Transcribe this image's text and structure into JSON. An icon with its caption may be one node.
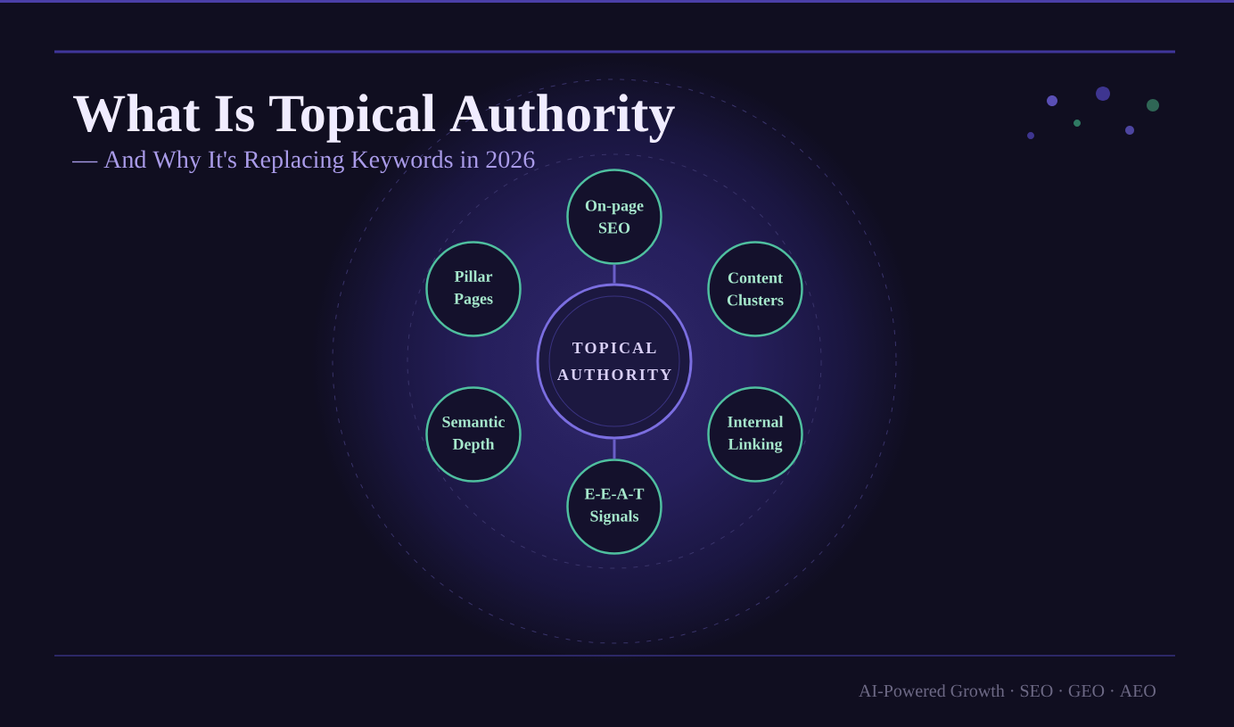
{
  "diagram": {
    "title": "What Is Topical Authority",
    "nodes": [
      {
        "text": [
          "On-page SEO"
        ]
      },
      {
        "text": [
          "Pillar Pages"
        ]
      },
      {
        "text": [
          "Content Clusters"
        ]
      },
      {
        "text": [
          "TOPICAL AUTHORITY"
        ]
      },
      {
        "text": [
          "Semantic Depth"
        ]
      },
      {
        "text": [
          "Internal Linking"
        ]
      },
      {
        "text": [
          "E-E-A-T Signals"
        ]
      }
    ],
    "edges": [
      {
        "from": 3,
        "to": 0,
        "arrow": "none"
      },
      {
        "from": 3,
        "to": 6,
        "arrow": "none"
      }
    ],
    "labels": [
      "— And Why It's Replacing Keywords in 2026",
      "AI-Powered Growth · SEO · GEO · AEO"
    ]
  }
}
